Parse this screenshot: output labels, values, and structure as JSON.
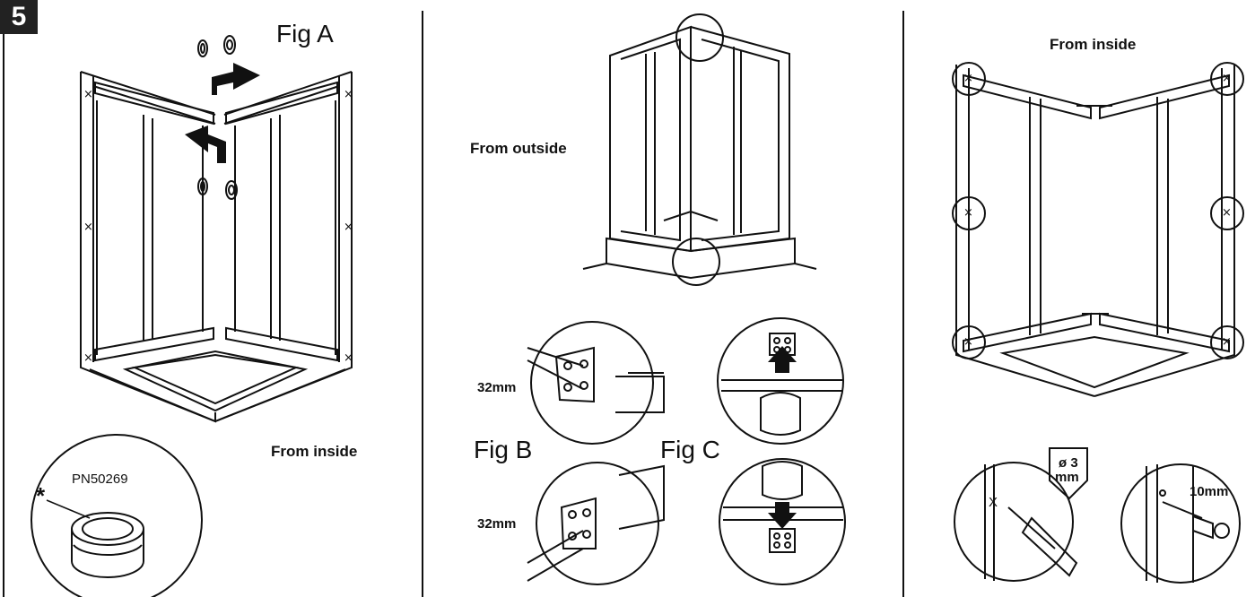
{
  "step_number": "5",
  "panel1": {
    "figure_label": "Fig A",
    "view_label": "From inside",
    "part_number": "PN50269",
    "asterisk": "*",
    "cross_mark": "×"
  },
  "panel2": {
    "view_label": "From outside",
    "fig_b_label": "Fig B",
    "fig_c_label": "Fig C",
    "screw_length_top": "32mm",
    "screw_length_bottom": "32mm"
  },
  "panel3": {
    "view_label": "From inside",
    "drill_size_line1": "ø 3",
    "drill_size_line2": "mm",
    "drill_mark": "X",
    "screw_depth": "10mm",
    "cross_mark": "×"
  },
  "colors": {
    "ink": "#111111",
    "background": "#ffffff",
    "step_badge": "#222222"
  }
}
